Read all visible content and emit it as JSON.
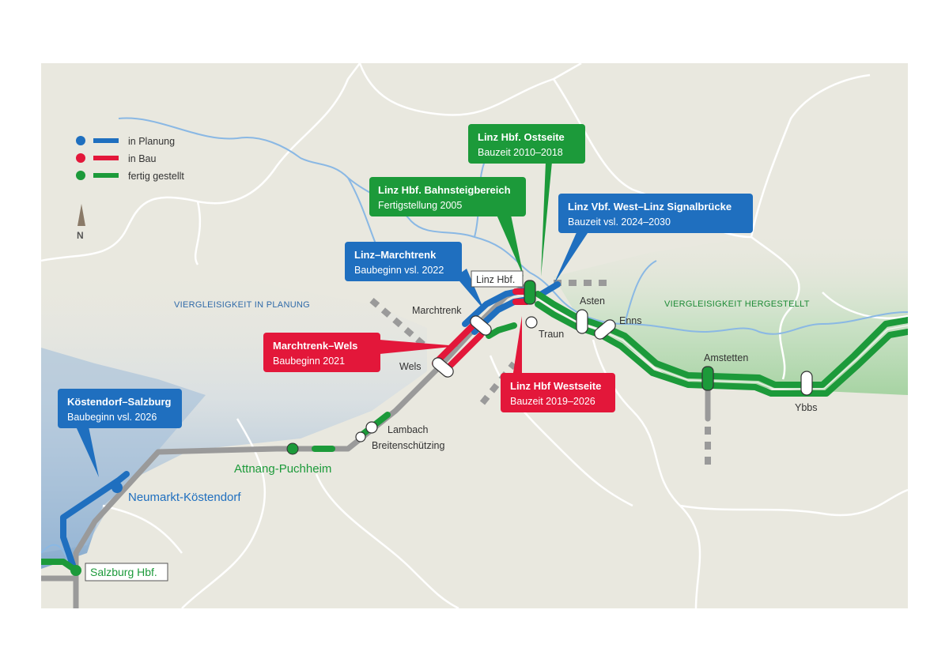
{
  "colors": {
    "planning": "#1f6fbf",
    "construction": "#e3173a",
    "completed": "#1c9a3a",
    "existing": "#9a9a9a",
    "land": "#e9e8df",
    "border": "#ffffff",
    "river": "#8ab8e4"
  },
  "legend": {
    "planning": "in Planung",
    "construction": "in Bau",
    "completed": "fertig gestellt",
    "north": "N"
  },
  "regions": {
    "west": "VIERGLEISIGKEIT IN PLANUNG",
    "east": "VIERGLEISIGKEIT HERGESTELLT"
  },
  "callouts": {
    "ostseite": {
      "title": "Linz Hbf. Ostseite",
      "sub": "Bauzeit 2010–2018"
    },
    "bahnsteig": {
      "title": "Linz Hbf. Bahnsteigbereich",
      "sub": "Fertigstellung 2005"
    },
    "signal": {
      "title": "Linz Vbf. West–Linz Signalbrücke",
      "sub": "Bauzeit vsl. 2024–2030"
    },
    "marchtrenk": {
      "title": "Linz–Marchtrenk",
      "sub": "Baubeginn vsl. 2022"
    },
    "wels": {
      "title": "Marchtrenk–Wels",
      "sub": "Baubeginn 2021"
    },
    "westseite": {
      "title": "Linz Hbf Westseite",
      "sub": "Bauzeit 2019–2026"
    },
    "salzburg": {
      "title": "Köstendorf–Salzburg",
      "sub": "Baubeginn vsl. 2026"
    }
  },
  "stations": {
    "linz": "Linz Hbf.",
    "marchtrenk": "Marchtrenk",
    "wels": "Wels",
    "traun": "Traun",
    "asten": "Asten",
    "enns": "Enns",
    "amstetten": "Amstetten",
    "ybbs": "Ybbs",
    "lambach": "Lambach",
    "breitenschuetzing": "Breitenschützing",
    "attnang": "Attnang-Puchheim",
    "neumarkt": "Neumarkt-Köstendorf",
    "salzburg": "Salzburg Hbf."
  }
}
